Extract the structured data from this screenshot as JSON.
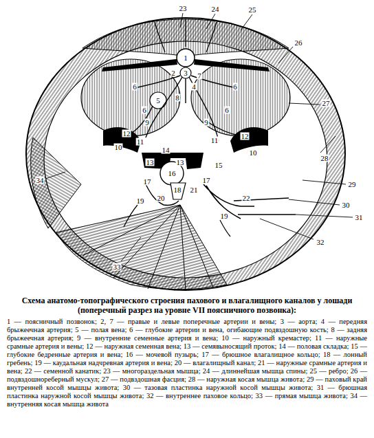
{
  "diagram": {
    "title": "Схема анатомо-топографического строения пахового и влагалищного каналов у лошади (поперечный разрез на уровне VII поясничного позвонка):",
    "caption": "1 — поясничный позвонок; 2, 7 — правые и левые поперечные артерии и вены; 3 — аорта; 4 — передняя брыжеечная артерия; 5 — полая вена; 6 — глубокие артерии и вена, огибающие подвздошную кость; 8 — задняя брыжеечная артерия; 9 — внутренние семенные артерия и вена; 10 — наружный кремастер; 11 — наружные срамные артерия и вены; 12 — наружная семенная вена; 13 — семявыносящий проток; 14 — половая складка; 15 — глубокие бедренные артерия и вена; 16 — мочевой пузырь; 17 — брюшное влагалищное кольцо; 18 — лонный гребень; 19 — каудальная надчревная артерия и вена; 20 — влагалищный канал; 21 — наружные срамные артерия и вена; 22 — семенной канатик; 23 — многораздельная мышца; 24 — длиннейшая мышца спины; 25 — ребро; 26 — подвздошнореберный мускул; 27 — подвздошная фасция; 28 — наружная косая мышца живота; 29 — паховый край внутренней косой мышцы живота; 30 — тазовая пластинка наружной косой мышцы живота; 31 — брюшная пластинка наружной косой мышцы живота; 32 — внутреннее паховое кольцо; 33 — прямая мышца живота; 34 — внутренняя косая мышца живота",
    "labels": [
      "23",
      "24",
      "25",
      "26",
      "1",
      "2",
      "3",
      "7",
      "4",
      "6",
      "6",
      "8",
      "5",
      "27",
      "6",
      "6",
      "9",
      "9",
      "12",
      "12",
      "11",
      "11",
      "10",
      "10",
      "14",
      "28",
      "13",
      "13",
      "15",
      "16",
      "34",
      "17",
      "17",
      "29",
      "18",
      "21",
      "20",
      "22",
      "19",
      "30",
      "19",
      "31",
      "32",
      "33"
    ]
  }
}
